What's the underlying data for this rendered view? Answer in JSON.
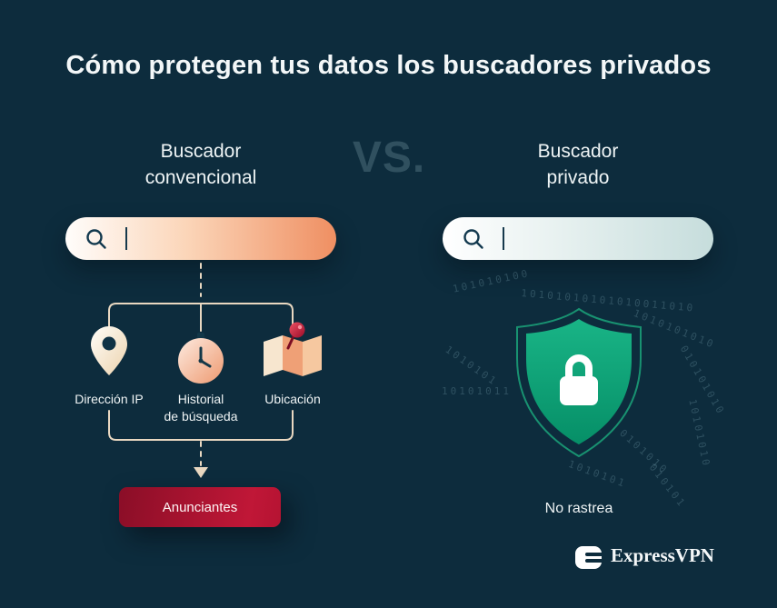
{
  "title": "Cómo protegen tus datos los buscadores privados",
  "vs": "VS.",
  "left": {
    "heading_line1": "Buscador",
    "heading_line2": "convencional",
    "items": [
      {
        "label": "Dirección IP",
        "icon": "location-pin-icon"
      },
      {
        "label_line1": "Historial",
        "label_line2": "de búsqueda",
        "icon": "clock-icon"
      },
      {
        "label": "Ubicación",
        "icon": "map-pushpin-icon"
      }
    ],
    "result": "Anunciantes"
  },
  "right": {
    "heading_line1": "Buscador",
    "heading_line2": "privado",
    "no_track": "No rastrea",
    "binary": [
      "101010100",
      "10101010101010011010",
      "1010101010",
      "010101010",
      "10101010",
      "10101011",
      "1010101",
      "0101010",
      "1010101",
      "010101"
    ]
  },
  "footer": {
    "brand": "ExpressVPN"
  },
  "colors": {
    "background": "#0d2c3d",
    "shield_green": "#10a377",
    "advertisers_red": "#b01330",
    "search_orange": "#ef8f62",
    "search_teal": "#c6dddc",
    "line_cream": "#e9d8c1"
  }
}
